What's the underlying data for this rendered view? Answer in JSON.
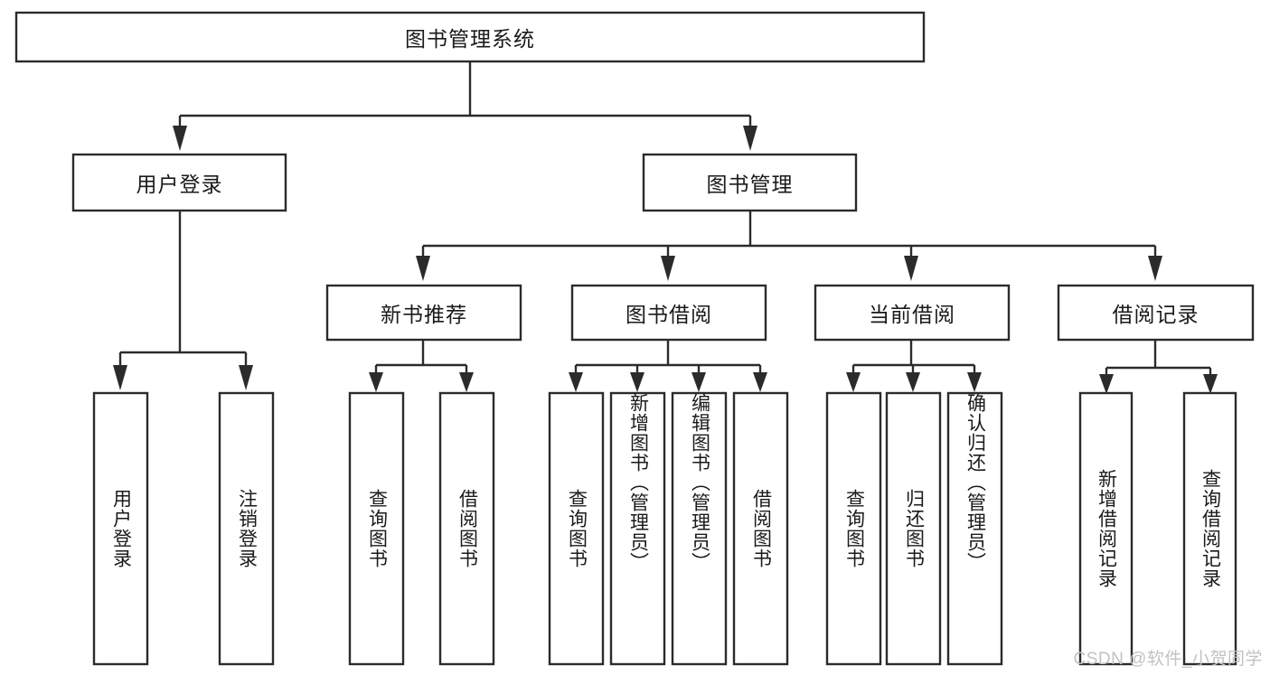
{
  "diagram": {
    "type": "tree-hierarchy",
    "title": "图书管理系统",
    "watermark": "CSDN @软件_小贺同学",
    "colors": {
      "box_stroke": "#2b2b2b",
      "box_fill": "#ffffff",
      "text": "#1a1a1a",
      "watermark": "#c2c2c2",
      "background": "#ffffff"
    },
    "nodes": {
      "root": {
        "label": "图书管理系统",
        "orientation": "horizontal"
      },
      "level2": [
        {
          "id": "user-login",
          "label": "用户登录",
          "orientation": "horizontal"
        },
        {
          "id": "book-management",
          "label": "图书管理",
          "orientation": "horizontal"
        }
      ],
      "level3": [
        {
          "id": "new-book-recommend",
          "label": "新书推荐",
          "orientation": "horizontal",
          "parent": "book-management"
        },
        {
          "id": "book-borrow",
          "label": "图书借阅",
          "orientation": "horizontal",
          "parent": "book-management"
        },
        {
          "id": "current-borrow",
          "label": "当前借阅",
          "orientation": "horizontal",
          "parent": "book-management"
        },
        {
          "id": "borrow-record",
          "label": "借阅记录",
          "orientation": "horizontal",
          "parent": "book-management"
        }
      ],
      "leaves": [
        {
          "id": "leaf-user-login",
          "label": "用户登录",
          "orientation": "vertical",
          "parent": "user-login"
        },
        {
          "id": "leaf-logout-login",
          "label": "注销登录",
          "orientation": "vertical",
          "parent": "user-login"
        },
        {
          "id": "leaf-query-book-1",
          "label": "查询图书",
          "orientation": "vertical",
          "parent": "new-book-recommend"
        },
        {
          "id": "leaf-borrow-book-1",
          "label": "借阅图书",
          "orientation": "vertical",
          "parent": "new-book-recommend"
        },
        {
          "id": "leaf-query-book-2",
          "label": "查询图书",
          "orientation": "vertical",
          "parent": "book-borrow"
        },
        {
          "id": "leaf-add-book-admin",
          "label": "新增图书（管理员）",
          "orientation": "vertical",
          "parent": "book-borrow"
        },
        {
          "id": "leaf-edit-book-admin",
          "label": "编辑图书（管理员）",
          "orientation": "vertical",
          "parent": "book-borrow"
        },
        {
          "id": "leaf-borrow-book-2",
          "label": "借阅图书",
          "orientation": "vertical",
          "parent": "book-borrow"
        },
        {
          "id": "leaf-query-book-3",
          "label": "查询图书",
          "orientation": "vertical",
          "parent": "current-borrow"
        },
        {
          "id": "leaf-return-book",
          "label": "归还图书",
          "orientation": "vertical",
          "parent": "current-borrow"
        },
        {
          "id": "leaf-confirm-return-admin",
          "label": "确认归还（管理员）",
          "orientation": "vertical",
          "parent": "current-borrow"
        },
        {
          "id": "leaf-add-borrow-record",
          "label": "新增借阅记录",
          "orientation": "vertical",
          "parent": "borrow-record"
        },
        {
          "id": "leaf-query-borrow-record",
          "label": "查询借阅记录",
          "orientation": "vertical",
          "parent": "borrow-record"
        }
      ]
    }
  }
}
